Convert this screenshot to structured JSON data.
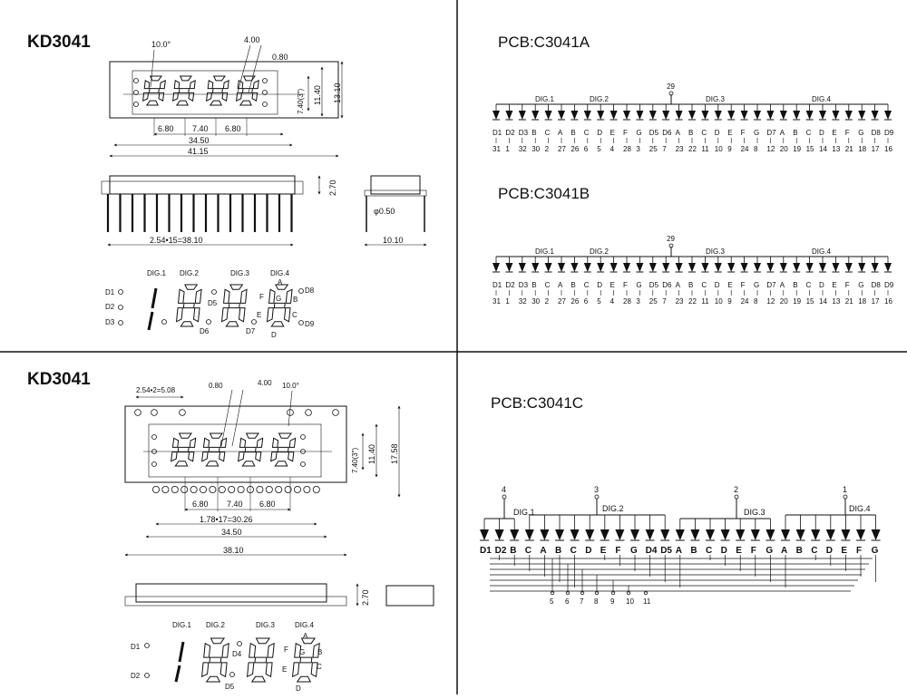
{
  "panels": {
    "top_left": {
      "title": "KD3041",
      "dims": {
        "angle": "10.0°",
        "seg_w": "4.00",
        "seg_gap": "0.80",
        "pitch_a": "6.80",
        "pitch_b": "7.40",
        "pitch_c": "6.80",
        "width_inner": "34.50",
        "width_outer": "41.15",
        "digit_h": "7.40(3\")",
        "h_inner": "11.40",
        "h_outer": "13.10",
        "thick": "2.70",
        "pin_span": "2.54•15=38.10",
        "pin_dia": "φ0.50",
        "side_w": "10.10"
      },
      "digits": [
        "DIG.1",
        "DIG.2",
        "DIG.3",
        "DIG.4"
      ],
      "dots": [
        "D1",
        "D2",
        "D3",
        "D5",
        "D6",
        "D7",
        "D8",
        "D9"
      ],
      "segments": [
        "A",
        "B",
        "C",
        "D",
        "E",
        "F",
        "G"
      ]
    },
    "top_right": [
      {
        "title": "PCB:C3041A",
        "common_pin": "29",
        "groups": [
          "DIG.1",
          "DIG.2",
          "DIG.3",
          "DIG.4"
        ],
        "segs": [
          "D1",
          "D2",
          "D3",
          "B",
          "C",
          "A",
          "B",
          "C",
          "D",
          "E",
          "F",
          "G",
          "D5",
          "D6",
          "A",
          "B",
          "C",
          "D",
          "E",
          "F",
          "G",
          "D7",
          "A",
          "B",
          "C",
          "D",
          "E",
          "F",
          "G",
          "D8",
          "D9"
        ],
        "pins": [
          "31",
          "1",
          "32",
          "30",
          "2",
          "27",
          "26",
          "6",
          "5",
          "4",
          "28",
          "3",
          "25",
          "7",
          "23",
          "22",
          "11",
          "10",
          "9",
          "24",
          "8",
          "12",
          "20",
          "19",
          "15",
          "14",
          "13",
          "21",
          "18",
          "17",
          "16"
        ]
      },
      {
        "title": "PCB:C3041B",
        "common_pin": "29",
        "groups": [
          "DIG.1",
          "DIG.2",
          "DIG.3",
          "DIG.4"
        ],
        "segs": [
          "D1",
          "D2",
          "D3",
          "B",
          "C",
          "A",
          "B",
          "C",
          "D",
          "E",
          "F",
          "G",
          "D5",
          "D6",
          "A",
          "B",
          "C",
          "D",
          "E",
          "F",
          "G",
          "D7",
          "A",
          "B",
          "C",
          "D",
          "E",
          "F",
          "G",
          "D8",
          "D9"
        ],
        "pins": [
          "31",
          "1",
          "32",
          "30",
          "2",
          "27",
          "26",
          "6",
          "5",
          "4",
          "28",
          "3",
          "25",
          "7",
          "23",
          "22",
          "11",
          "10",
          "9",
          "24",
          "8",
          "12",
          "20",
          "19",
          "15",
          "14",
          "13",
          "21",
          "18",
          "17",
          "16"
        ]
      }
    ],
    "bottom_left": {
      "title": "KD3041",
      "dims": {
        "pin_pitch": "2.54•2=5.08",
        "seg_gap": "0.80",
        "seg_w": "4.00",
        "angle": "10.0°",
        "pitch_a": "6.80",
        "pitch_b": "7.40",
        "pitch_c": "6.80",
        "pin_span": "1.78•17=30.26",
        "width_inner": "34.50",
        "width_outer": "38.10",
        "digit_h": "7.40(3\")",
        "h_inner": "11.40",
        "h_outer": "17.58",
        "thick": "2.70"
      },
      "digits": [
        "DIG.1",
        "DIG.2",
        "DIG.3",
        "DIG.4"
      ],
      "dots": [
        "D1",
        "D2",
        "D4",
        "D5"
      ],
      "segments": [
        "A",
        "B",
        "C",
        "D",
        "E",
        "F",
        "G"
      ]
    },
    "bottom_right": {
      "title": "PCB:C3041C",
      "common_pins": [
        "4",
        "3",
        "2",
        "1"
      ],
      "groups": [
        "DIG.1",
        "DIG.2",
        "DIG.3",
        "DIG.4"
      ],
      "segs": [
        "D1",
        "D2",
        "B",
        "C",
        "A",
        "B",
        "C",
        "D",
        "E",
        "F",
        "G",
        "D4",
        "D5",
        "A",
        "B",
        "C",
        "D",
        "E",
        "F",
        "G",
        "A",
        "B",
        "C",
        "D",
        "E",
        "F",
        "G"
      ],
      "pins": [
        "5",
        "6",
        "7",
        "8",
        "9",
        "10",
        "11"
      ]
    }
  }
}
